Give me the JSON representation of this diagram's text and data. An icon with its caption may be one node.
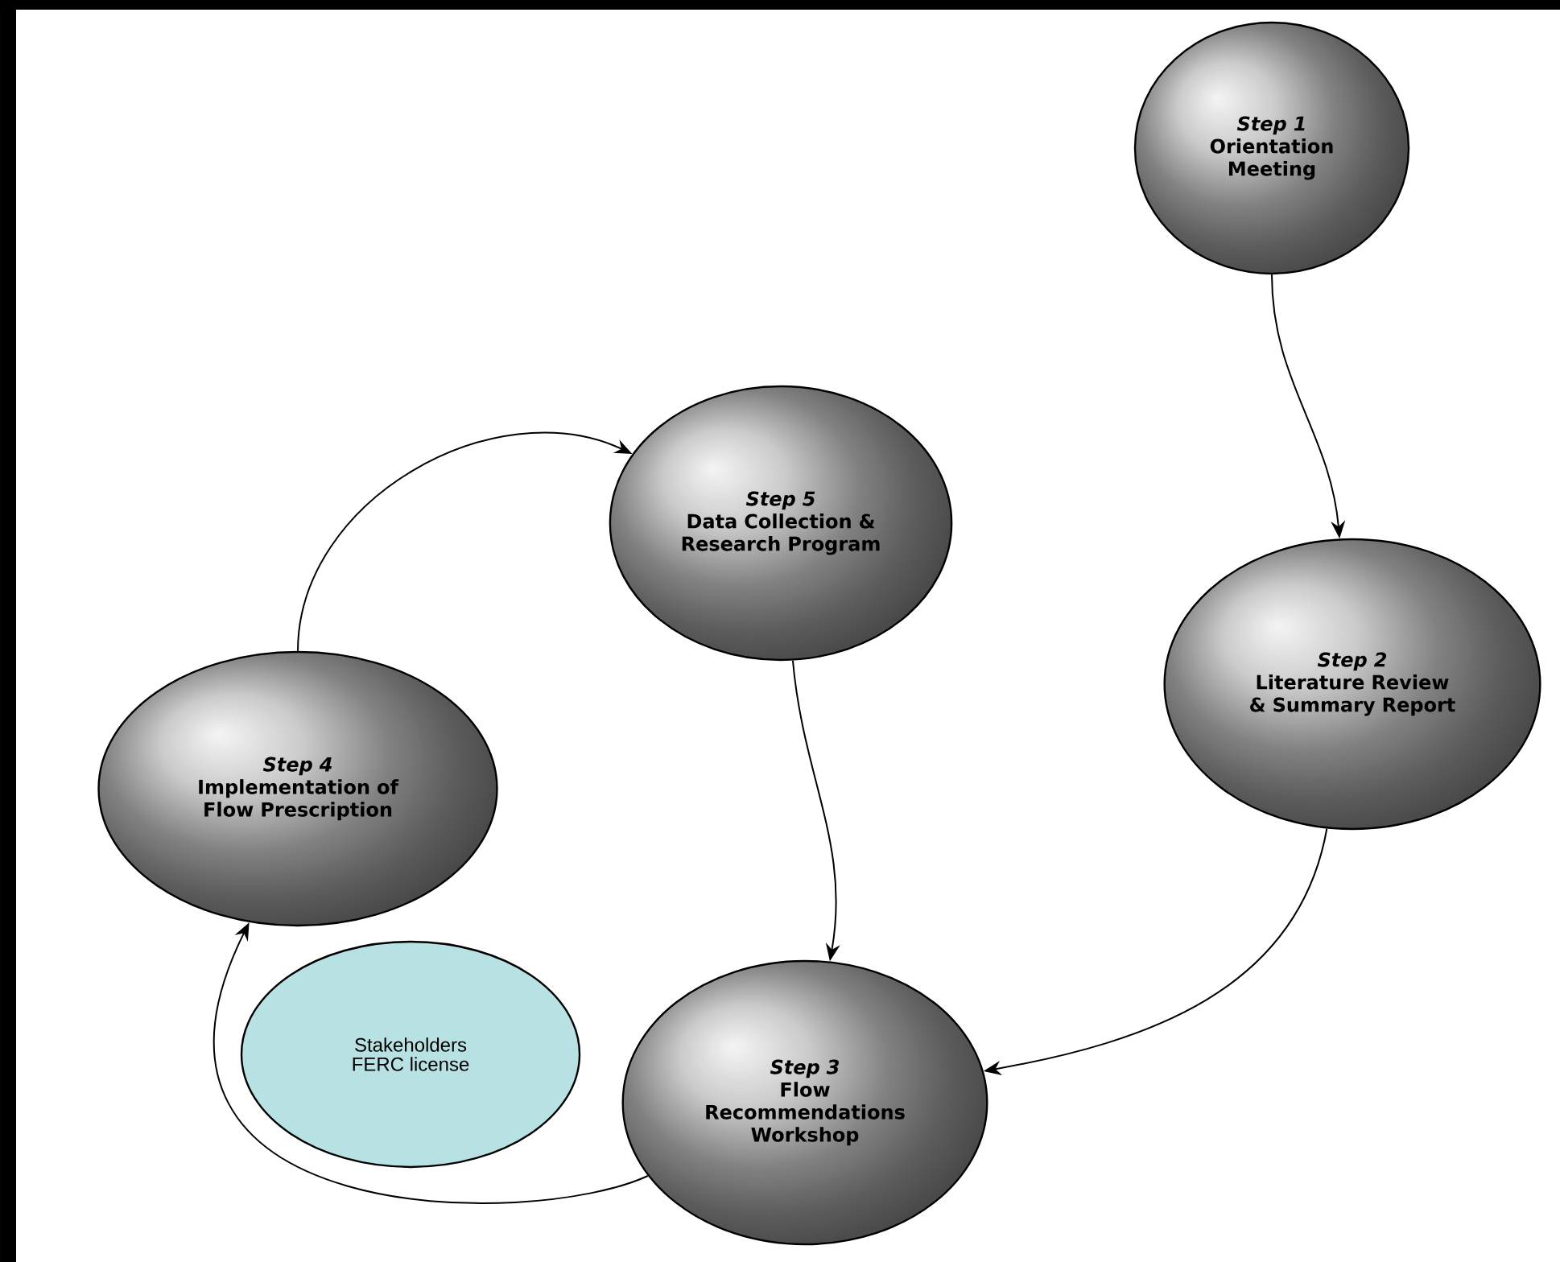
{
  "diagram": {
    "nodes": [
      {
        "text": [
          "Step 1",
          "Orientation Meeting"
        ]
      },
      {
        "text": [
          "Step 5",
          "Data Collection & Research Program"
        ]
      },
      {
        "text": [
          "Step 2",
          "Literature Review & Summary Report"
        ]
      },
      {
        "text": [
          "Step 4",
          "Implementation of Flow Prescription"
        ]
      },
      {
        "text": [
          "Stakeholders FERC license"
        ]
      },
      {
        "text": [
          "Step 3",
          "Flow Recommendations Workshop"
        ]
      }
    ],
    "edges": [
      {
        "from": 0,
        "to": 2,
        "arrow": "to"
      },
      {
        "from": 2,
        "to": 5,
        "arrow": "to"
      },
      {
        "from": 1,
        "to": 5,
        "arrow": "to"
      },
      {
        "from": 5,
        "to": 3,
        "arrow": "to"
      },
      {
        "from": 3,
        "to": 1,
        "arrow": "to"
      }
    ]
  }
}
